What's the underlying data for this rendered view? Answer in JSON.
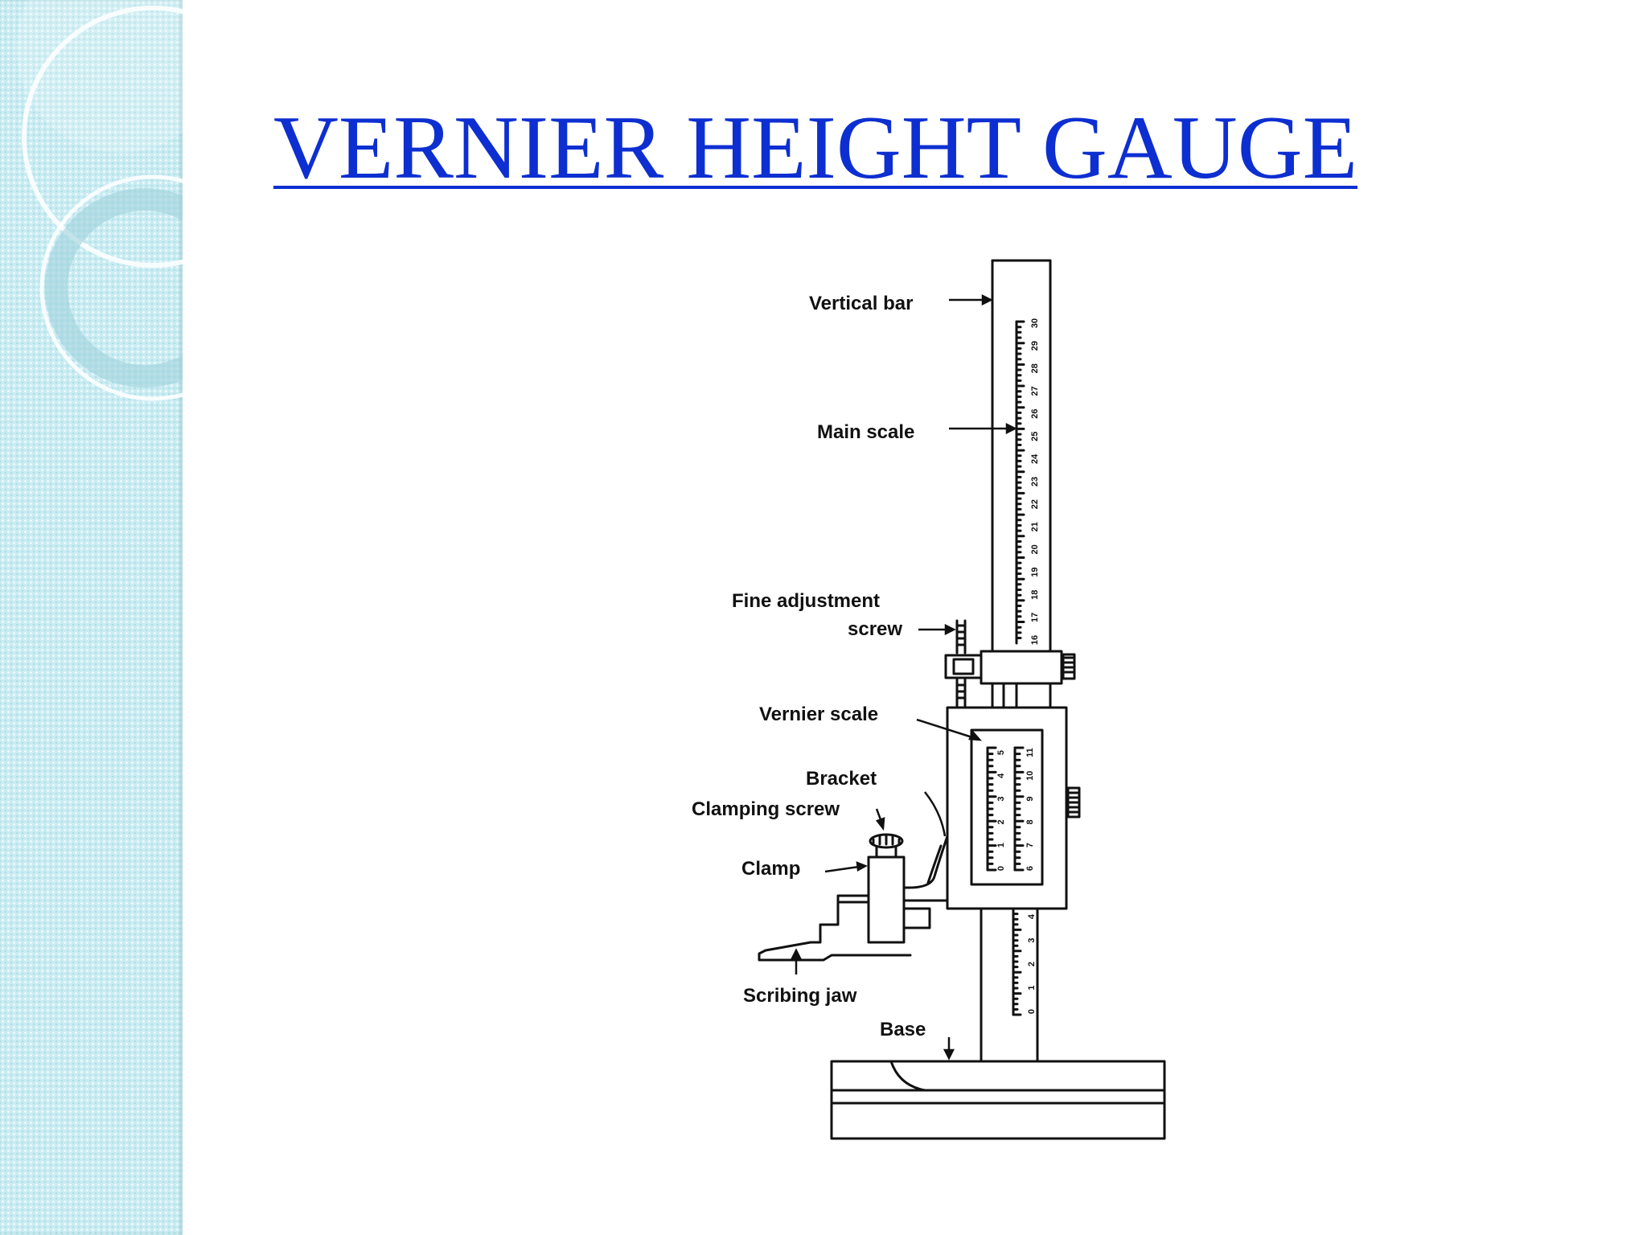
{
  "slide": {
    "title": "VERNIER HEIGHT GAUGE"
  },
  "diagram": {
    "labels": {
      "vertical_bar": "Vertical bar",
      "main_scale": "Main scale",
      "fine_adjustment_line1": "Fine adjustment",
      "fine_adjustment_line2": "screw",
      "vernier_scale": "Vernier scale",
      "bracket": "Bracket",
      "clamping_screw": "Clamping screw",
      "clamp": "Clamp",
      "scribing_jaw": "Scribing jaw",
      "base": "Base"
    },
    "main_scale_upper_numbers": [
      "16",
      "17",
      "18",
      "19",
      "20",
      "21",
      "22",
      "23",
      "24",
      "25",
      "26",
      "27",
      "28",
      "29",
      "30"
    ],
    "main_scale_lower_numbers": [
      "0",
      "1",
      "2",
      "3",
      "4"
    ],
    "vernier_left_numbers": [
      "0",
      "1",
      "2",
      "3",
      "4",
      "5"
    ],
    "vernier_right_numbers": [
      "6",
      "7",
      "8",
      "9",
      "10",
      "11"
    ]
  },
  "colors": {
    "title": "#0d2fd1",
    "panel": "#c9ecf2",
    "line": "#111111"
  }
}
